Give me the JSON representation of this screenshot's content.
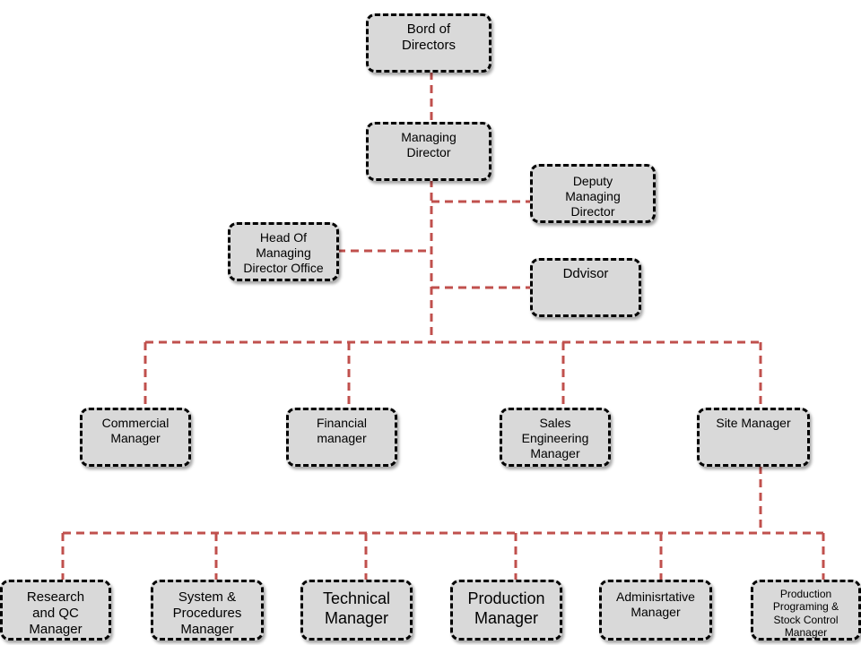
{
  "line_color": "#c0504d",
  "box_color": "#d9d9d9",
  "nodes": {
    "board": "Bord of\nDirectors",
    "managing_director": "Managing\nDirector",
    "deputy": "Deputy\nManaging\nDirector",
    "head_office": "Head Of\nManaging\nDirector Office",
    "advisor": "Ddvisor",
    "commercial": "Commercial\nManager",
    "financial": "Financial\nmanager",
    "sales": "Sales\nEngineering\nManager",
    "site": "Site Manager",
    "research": "Research\nand QC\nManager",
    "system": "System &\nProcedures\nManager",
    "technical": "Technical\nManager",
    "production": "Production\nManager",
    "administrative": "Adminisrtative\nManager",
    "programing": "Production\nPrograming &\nStock Control\nManager"
  }
}
